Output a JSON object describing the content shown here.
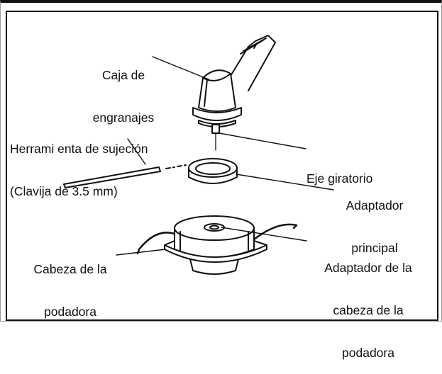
{
  "labels": {
    "gearbox": {
      "line1": "Caja de",
      "line2": "engranajes"
    },
    "tool": {
      "line1": "Herrami enta de sujeción",
      "line2": "(Clavija de 3.5 mm)"
    },
    "shaft": {
      "line1": "Eje giratorio"
    },
    "main_adapter": {
      "line1": "Adaptador",
      "line2": "principal"
    },
    "head": {
      "line1": "Cabeza de la",
      "line2": "podadora"
    },
    "head_adapter": {
      "line1": "Adaptador de la",
      "line2": "cabeza de la",
      "line3": "podadora"
    }
  }
}
